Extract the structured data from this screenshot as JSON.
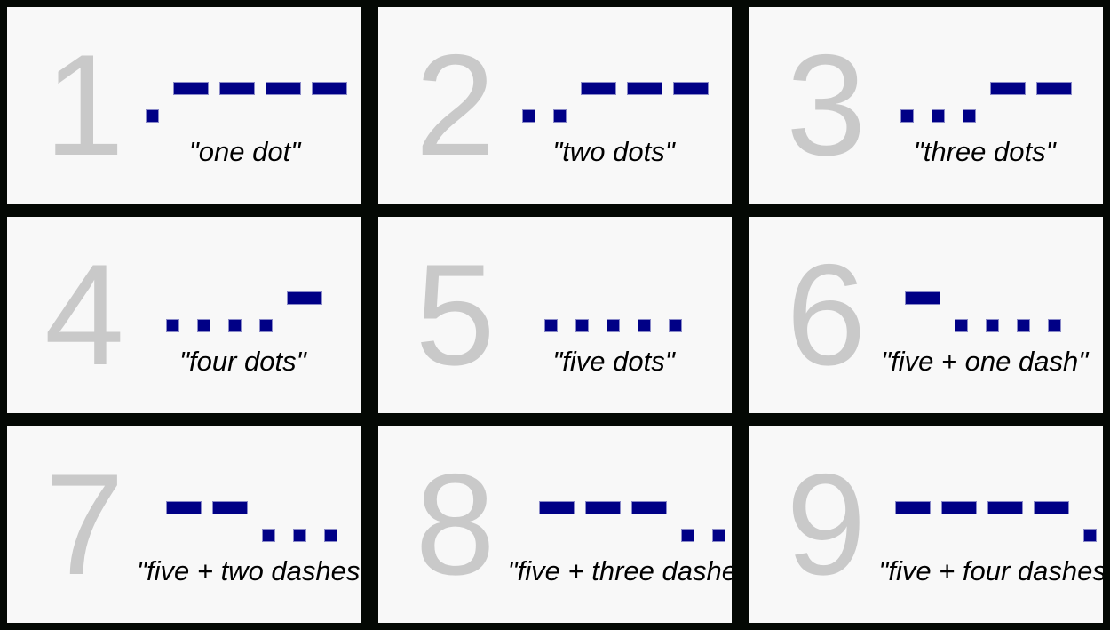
{
  "page": {
    "background": "#040804",
    "card_background": "#f8f8f8"
  },
  "colors": {
    "digit": "#c9c9c9",
    "morse": "#000086",
    "morse_edge": "#8a8ac8",
    "caption": "#000000"
  },
  "cards": [
    {
      "digit": "1",
      "morse": ".----",
      "caption": "\"one dot\""
    },
    {
      "digit": "2",
      "morse": "..---",
      "caption": "\"two dots\""
    },
    {
      "digit": "3",
      "morse": "...--",
      "caption": "\"three dots\""
    },
    {
      "digit": "4",
      "morse": "....-",
      "caption": "\"four dots\""
    },
    {
      "digit": "5",
      "morse": ".....",
      "caption": "\"five dots\""
    },
    {
      "digit": "6",
      "morse": "-....",
      "caption": "\"five + one dash\""
    },
    {
      "digit": "7",
      "morse": "--...",
      "caption": "\"five + two dashes\""
    },
    {
      "digit": "8",
      "morse": "---..",
      "caption": "\"five + three dashes\""
    },
    {
      "digit": "9",
      "morse": "----.",
      "caption": "\"five + four dashes\""
    }
  ]
}
